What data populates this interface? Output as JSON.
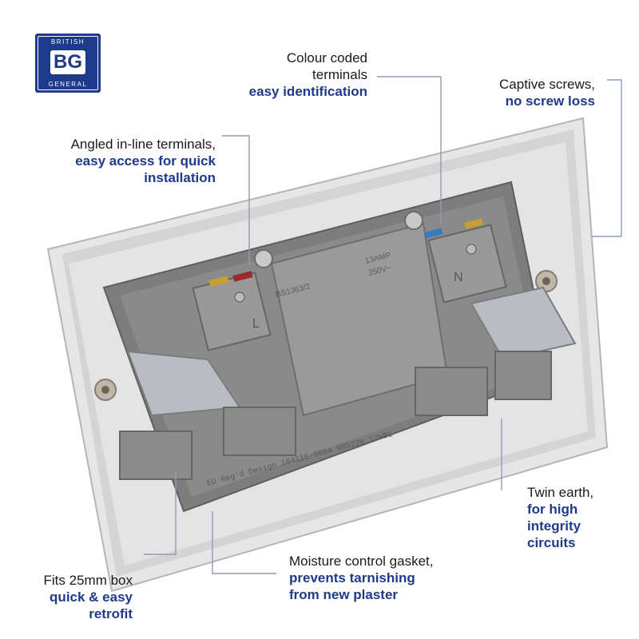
{
  "brand": {
    "top": "BRITISH",
    "mark": "BG",
    "bottom": "GENERAL"
  },
  "callouts": {
    "colour_coded": {
      "line1": "Colour coded",
      "line2": "terminals",
      "highlight": "easy identification"
    },
    "captive": {
      "line1": "Captive screws,",
      "highlight": "no screw loss"
    },
    "angled": {
      "line1": "Angled in-line terminals,",
      "highlight1": "easy access for quick",
      "highlight2": "installation"
    },
    "twin_earth": {
      "line1": "Twin earth,",
      "highlight1": "for high",
      "highlight2": "integrity",
      "highlight3": "circuits"
    },
    "gasket": {
      "line1": "Moisture control gasket,",
      "highlight1": "prevents tarnishing",
      "highlight2": "from new plaster"
    },
    "box": {
      "line1": "Fits 25mm box",
      "highlight1": "quick & easy",
      "highlight2": "retrofit"
    }
  },
  "product_markings": {
    "standard": "BS1363/2",
    "rating1": "13AMP",
    "rating2": "250V~",
    "live": "L",
    "neutral": "N",
    "design": "EU Reg'd Design 104115-0004 NBS226 17W01"
  },
  "colors": {
    "brand_blue": "#1e3a8a",
    "leader_line": "#8f9bbf",
    "housing_grey": "#7a7a7a",
    "plate_silver": "#d9d9d9"
  }
}
